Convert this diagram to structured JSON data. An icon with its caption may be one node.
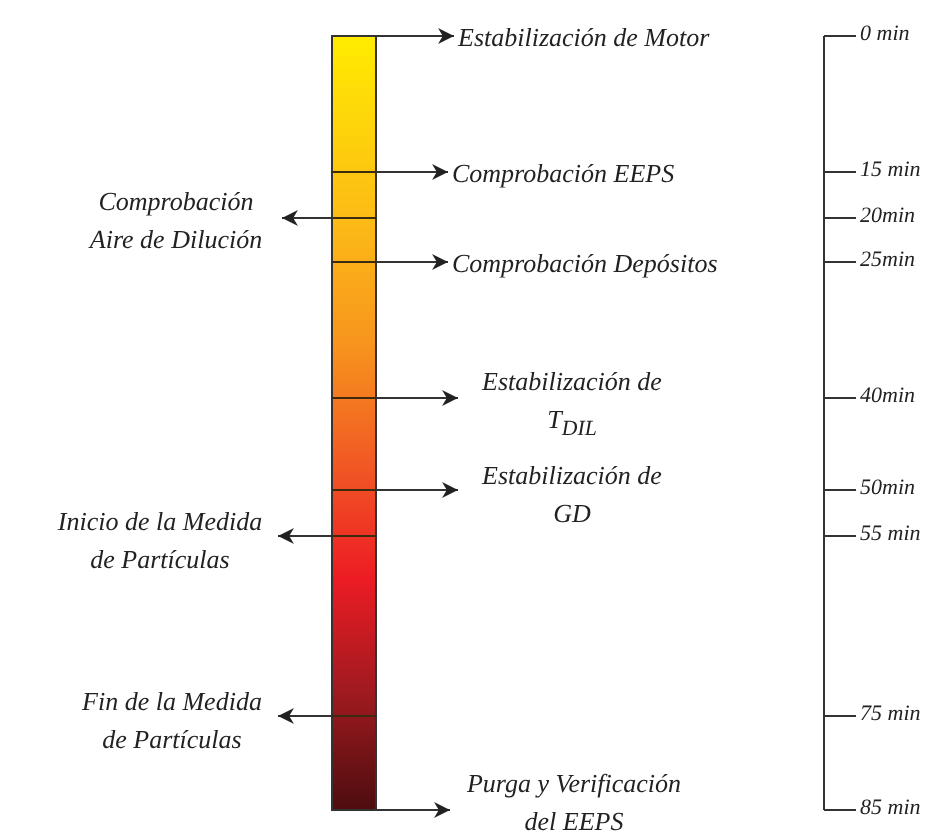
{
  "diagram": {
    "nodes": [
      {
        "text": [],
        "shape": "bar"
      },
      {
        "text": [
          "Estabilización de Motor"
        ]
      },
      {
        "text": [
          "Comprobación EEPS"
        ]
      },
      {
        "text": [
          "Comprobación Aire de Dilución"
        ]
      },
      {
        "text": [
          "Comprobación Depósitos"
        ]
      },
      {
        "text": [
          "Estabilización de T$_{DIL}$"
        ]
      },
      {
        "text": [
          "Estabilización de GD"
        ]
      },
      {
        "text": [
          "Inicio de la Medida de Partículas"
        ]
      },
      {
        "text": [
          "Fin de la Medida de Partículas"
        ]
      },
      {
        "text": [
          "Purga y Verificación del EEPS"
        ]
      }
    ],
    "edges": [
      {
        "from": 0,
        "to": 1,
        "arrow": "to"
      },
      {
        "from": 0,
        "to": 2,
        "arrow": "to"
      },
      {
        "from": 0,
        "to": 3,
        "arrow": "to"
      },
      {
        "from": 0,
        "to": 4,
        "arrow": "to"
      },
      {
        "from": 0,
        "to": 5,
        "arrow": "to"
      },
      {
        "from": 0,
        "to": 6,
        "arrow": "to"
      },
      {
        "from": 0,
        "to": 7,
        "arrow": "to"
      },
      {
        "from": 0,
        "to": 8,
        "arrow": "to"
      },
      {
        "from": 0,
        "to": 9,
        "arrow": "to"
      }
    ],
    "labels": [
      "0 min",
      "15 min",
      "20min",
      "25min",
      "40min",
      "50min",
      "55 min",
      "75 min",
      "85 min"
    ]
  }
}
